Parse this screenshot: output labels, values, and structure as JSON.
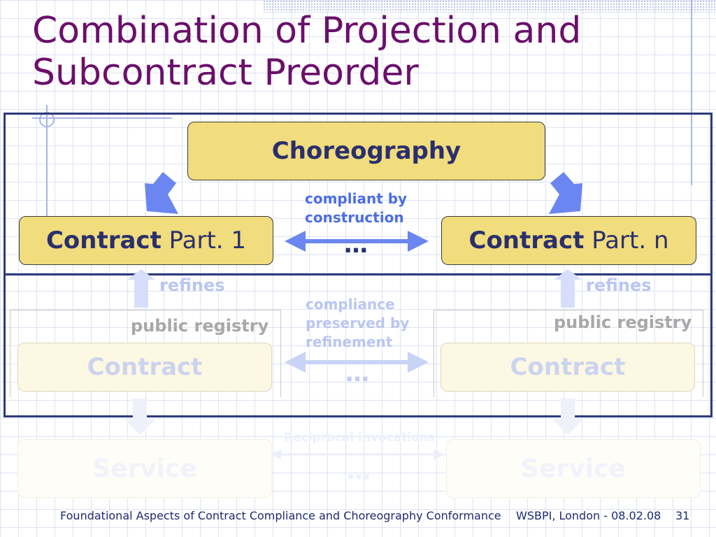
{
  "slide": {
    "title_line1": "Combination of Projection and",
    "title_line2": "Subcontract Preorder"
  },
  "diagram": {
    "choreography": "Choreography",
    "contract_bold": "Contract",
    "contract_part1": "Part. 1",
    "contract_partn": "Part. n",
    "compliant_line1": "compliant by",
    "compliant_line2": "construction",
    "ellipsis": "…",
    "refines": "refines",
    "public_registry": "public registry",
    "compliance_line1": "compliance",
    "compliance_line2": "preserved by",
    "compliance_line3": "refinement",
    "contract_plain": "Contract",
    "reciprocal": "Reciprocal invocations",
    "service": "Service"
  },
  "footer": {
    "left_text": "Foundational Aspects of Contract Compliance and Choreography Conformance",
    "venue": "WSBPI, London - 08.02.08",
    "page_number": "31"
  },
  "colors": {
    "title": "#6b0f6b",
    "frame": "#2d3a7c",
    "box_fill": "#f1dc7e",
    "arrow_blue": "#6b86f0",
    "text_blue": "#4d6ee3"
  }
}
